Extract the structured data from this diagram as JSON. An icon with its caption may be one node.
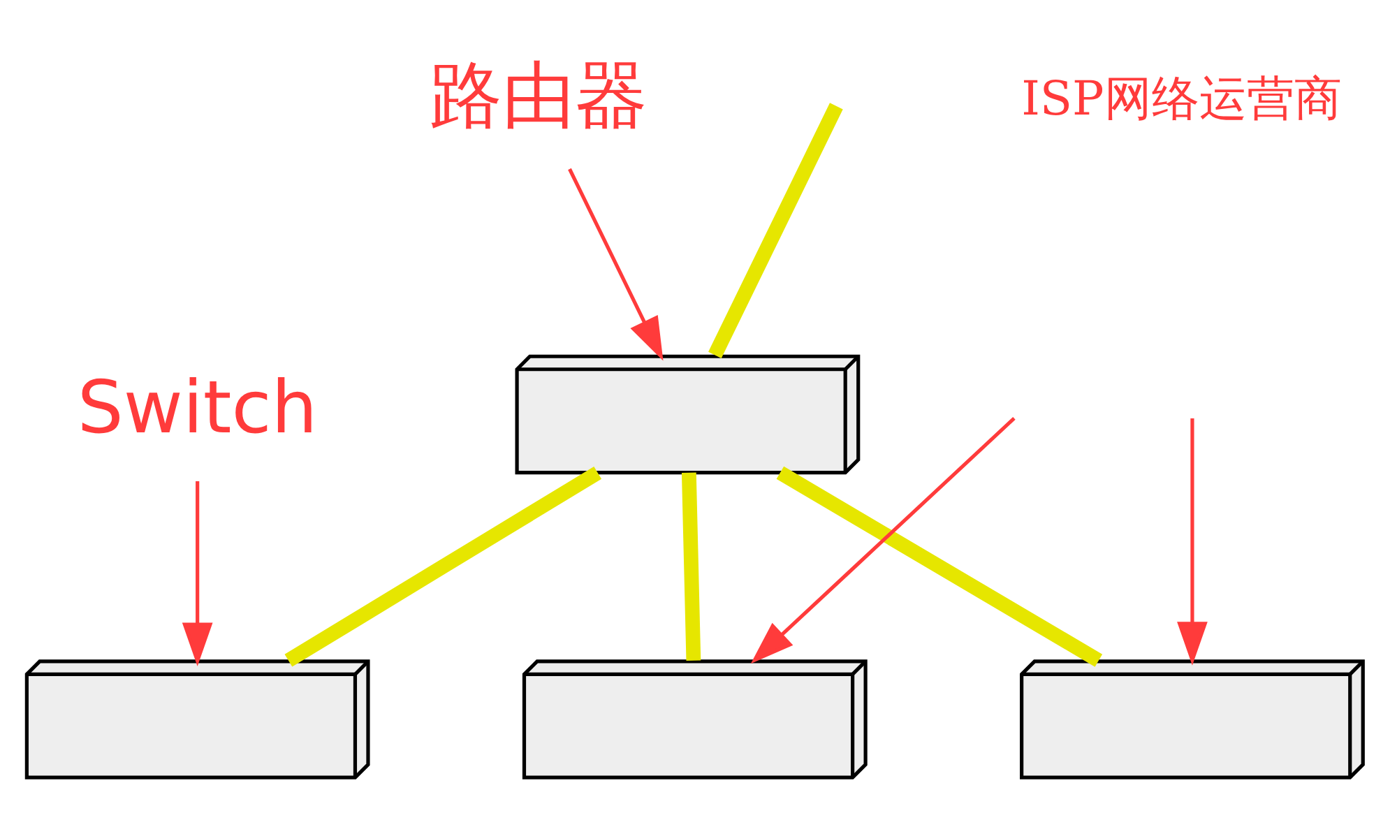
{
  "diagram": {
    "nodes": [
      {
        "text": [],
        "shape": "picture"
      },
      {
        "text": [],
        "shape": "picture"
      },
      {
        "text": [],
        "shape": "picture"
      },
      {
        "text": [],
        "shape": "picture"
      },
      {
        "text": [
          "路由器"
        ]
      },
      {
        "text": [
          "Switch"
        ]
      }
    ],
    "edges": [
      {
        "from": null,
        "to": 0,
        "arrow": "none",
        "style": "thick",
        "color": "#e6e600"
      },
      {
        "from": 0,
        "to": 1,
        "arrow": "none",
        "style": "thick",
        "color": "#e6e600"
      },
      {
        "from": 0,
        "to": 2,
        "arrow": "none",
        "style": "thick",
        "color": "#e6e600"
      },
      {
        "from": 0,
        "to": 3,
        "arrow": "none",
        "style": "thick",
        "color": "#e6e600"
      },
      {
        "from": 4,
        "to": 0,
        "arrow": "to",
        "color": "#ff3b3b"
      },
      {
        "from": 5,
        "to": 1,
        "arrow": "to",
        "color": "#ff3b3b"
      },
      {
        "from": null,
        "to": 2,
        "arrow": "to",
        "color": "#ff3b3b"
      },
      {
        "from": null,
        "to": 3,
        "arrow": "to",
        "color": "#ff3b3b"
      }
    ],
    "labels": [
      "ISP网络运营商"
    ]
  }
}
